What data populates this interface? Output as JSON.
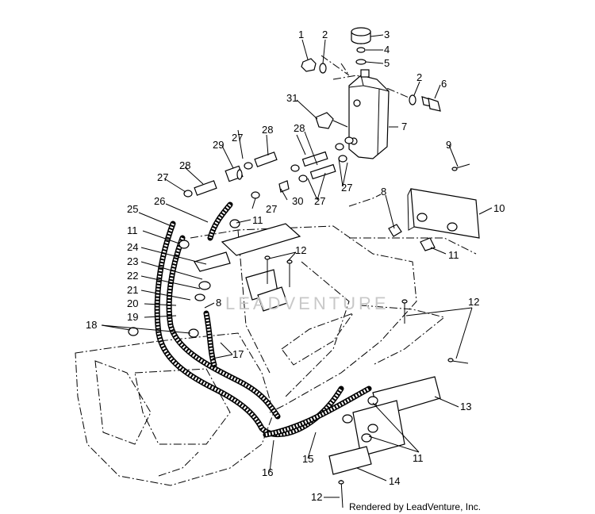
{
  "callouts": [
    {
      "id": "c1",
      "text": "1"
    },
    {
      "id": "c2a",
      "text": "2"
    },
    {
      "id": "c3",
      "text": "3"
    },
    {
      "id": "c4",
      "text": "4"
    },
    {
      "id": "c5",
      "text": "5"
    },
    {
      "id": "c2b",
      "text": "2"
    },
    {
      "id": "c6",
      "text": "6"
    },
    {
      "id": "c31",
      "text": "31"
    },
    {
      "id": "c7",
      "text": "7"
    },
    {
      "id": "c28a",
      "text": "28"
    },
    {
      "id": "c27a",
      "text": "27"
    },
    {
      "id": "c29",
      "text": "29"
    },
    {
      "id": "c28b",
      "text": "28"
    },
    {
      "id": "c27b",
      "text": "27"
    },
    {
      "id": "c28c",
      "text": "28"
    },
    {
      "id": "c9",
      "text": "9"
    },
    {
      "id": "c27c",
      "text": "27"
    },
    {
      "id": "c27d",
      "text": "27"
    },
    {
      "id": "c30",
      "text": "30"
    },
    {
      "id": "c27e",
      "text": "27"
    },
    {
      "id": "c8a",
      "text": "8"
    },
    {
      "id": "c10",
      "text": "10"
    },
    {
      "id": "c26",
      "text": "26"
    },
    {
      "id": "c25",
      "text": "25"
    },
    {
      "id": "c11a",
      "text": "11"
    },
    {
      "id": "c11b",
      "text": "11"
    },
    {
      "id": "c12a",
      "text": "12"
    },
    {
      "id": "c11c",
      "text": "11"
    },
    {
      "id": "c24",
      "text": "24"
    },
    {
      "id": "c23",
      "text": "23"
    },
    {
      "id": "c22",
      "text": "22"
    },
    {
      "id": "c21",
      "text": "21"
    },
    {
      "id": "c8b",
      "text": "8"
    },
    {
      "id": "c12b",
      "text": "12"
    },
    {
      "id": "c20",
      "text": "20"
    },
    {
      "id": "c19",
      "text": "19"
    },
    {
      "id": "c18",
      "text": "18"
    },
    {
      "id": "c17",
      "text": "17"
    },
    {
      "id": "c13",
      "text": "13"
    },
    {
      "id": "c11d",
      "text": "11"
    },
    {
      "id": "c15",
      "text": "15"
    },
    {
      "id": "c16",
      "text": "16"
    },
    {
      "id": "c14",
      "text": "14"
    },
    {
      "id": "c12c",
      "text": "12"
    }
  ],
  "watermark": "LEADVENTURE",
  "credit": "Rendered by LeadVenture, Inc."
}
